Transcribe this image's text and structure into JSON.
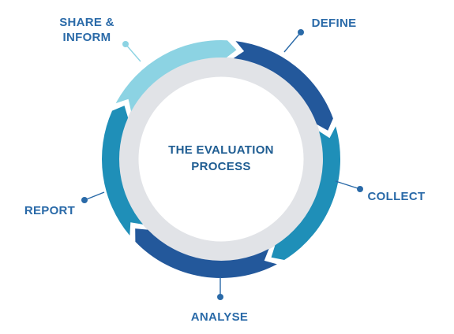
{
  "diagram": {
    "center_title": "THE EVALUATION\nPROCESS",
    "stages": [
      {
        "key": "define",
        "label": "DEFINE",
        "color": "#23589b"
      },
      {
        "key": "collect",
        "label": "COLLECT",
        "color": "#1f8fb8"
      },
      {
        "key": "analyse",
        "label": "ANALYSE",
        "color": "#23589b"
      },
      {
        "key": "report",
        "label": "REPORT",
        "color": "#1f8fb8"
      },
      {
        "key": "share",
        "label": "SHARE &\nINFORM",
        "color": "#8cd3e3"
      }
    ]
  },
  "colors": {
    "label_text": "#2a6aa8",
    "center_text": "#1f5d92",
    "inner_ring": "#e1e3e7",
    "connector": "#2a6aa8"
  }
}
